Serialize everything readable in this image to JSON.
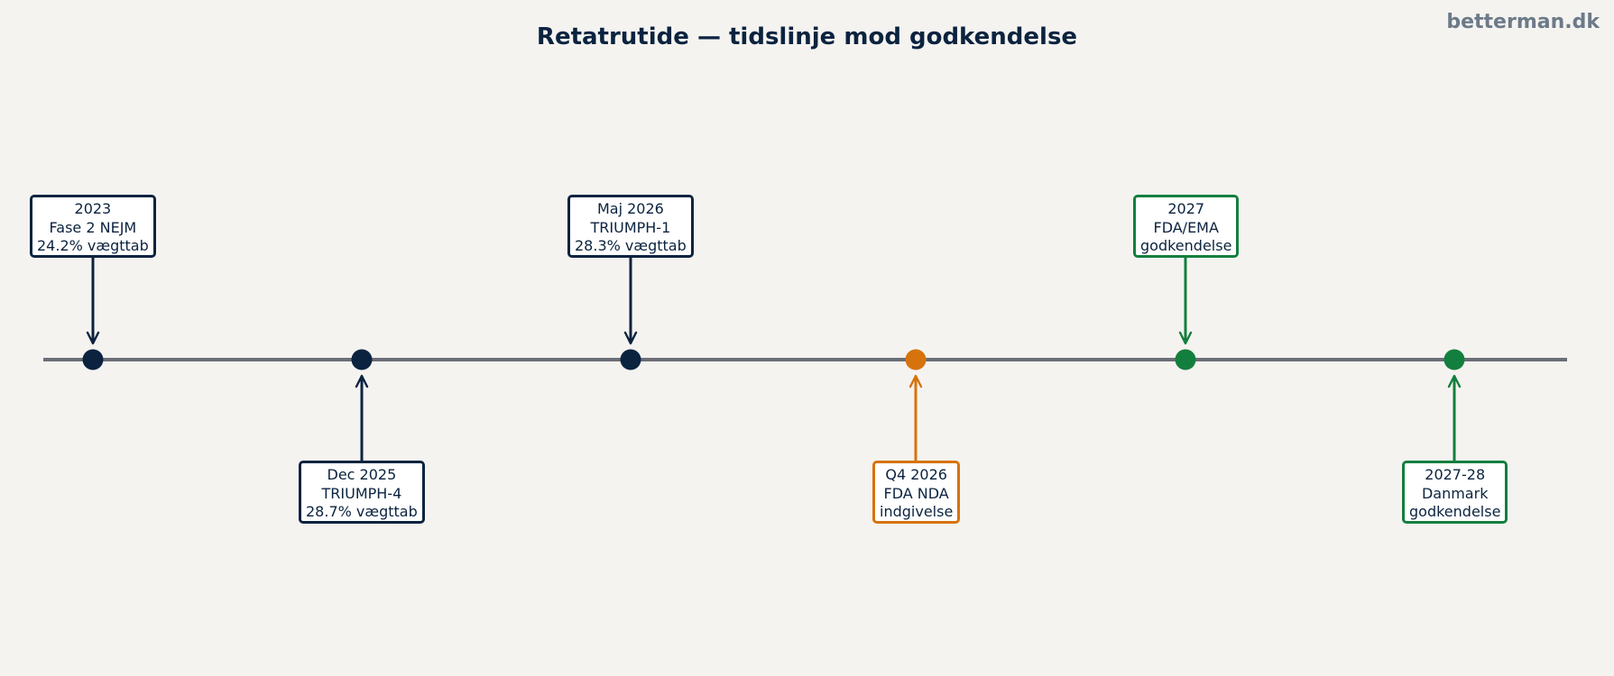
{
  "title": "Retatrutide — tidslinje mod godkendelse",
  "watermark": "betterman.dk",
  "colors": {
    "background": "#f5f3f0",
    "axis": "#6b6e78",
    "navy": "#0b233f",
    "orange": "#d6730d",
    "green": "#137f3e"
  },
  "events": [
    {
      "lines": [
        "2023",
        "Fase 2 NEJM",
        "24.2% vægttab"
      ],
      "position": "above",
      "color": "#0b233f"
    },
    {
      "lines": [
        "Dec 2025",
        "TRIUMPH-4",
        "28.7% vægttab"
      ],
      "position": "below",
      "color": "#0b233f"
    },
    {
      "lines": [
        "Maj 2026",
        "TRIUMPH-1",
        "28.3% vægttab"
      ],
      "position": "above",
      "color": "#0b233f"
    },
    {
      "lines": [
        "Q4 2026",
        "FDA NDA",
        "indgivelse"
      ],
      "position": "below",
      "color": "#d6730d"
    },
    {
      "lines": [
        "2027",
        "FDA/EMA",
        "godkendelse"
      ],
      "position": "above",
      "color": "#137f3e"
    },
    {
      "lines": [
        "2027-28",
        "Danmark",
        "godkendelse"
      ],
      "position": "below",
      "color": "#137f3e"
    }
  ]
}
